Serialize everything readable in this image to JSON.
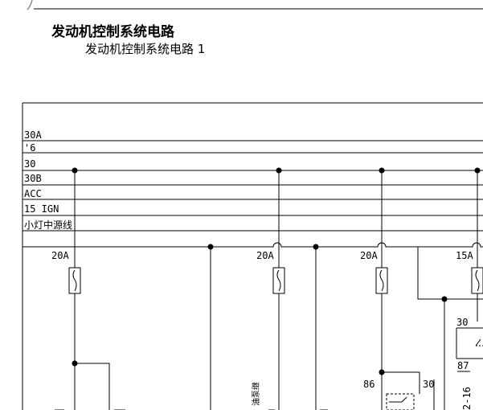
{
  "header": {
    "title": "发动机控制系统电路",
    "subtitle": "发动机控制系统电路 1"
  },
  "bus_labels": [
    "30A",
    "'6",
    "30",
    "30B",
    "ACC",
    "15 IGN",
    "小灯中源线"
  ],
  "fuses": [
    {
      "rating": "20A"
    },
    {
      "rating": "20A"
    },
    {
      "rating": "20A"
    },
    {
      "rating": "15A"
    }
  ],
  "relay": {
    "pin_86": "86",
    "pin_30": "30",
    "pin_30_right": "30",
    "pin_87": "87",
    "label_vertical": "2-16"
  },
  "partial_label": "油泵继"
}
